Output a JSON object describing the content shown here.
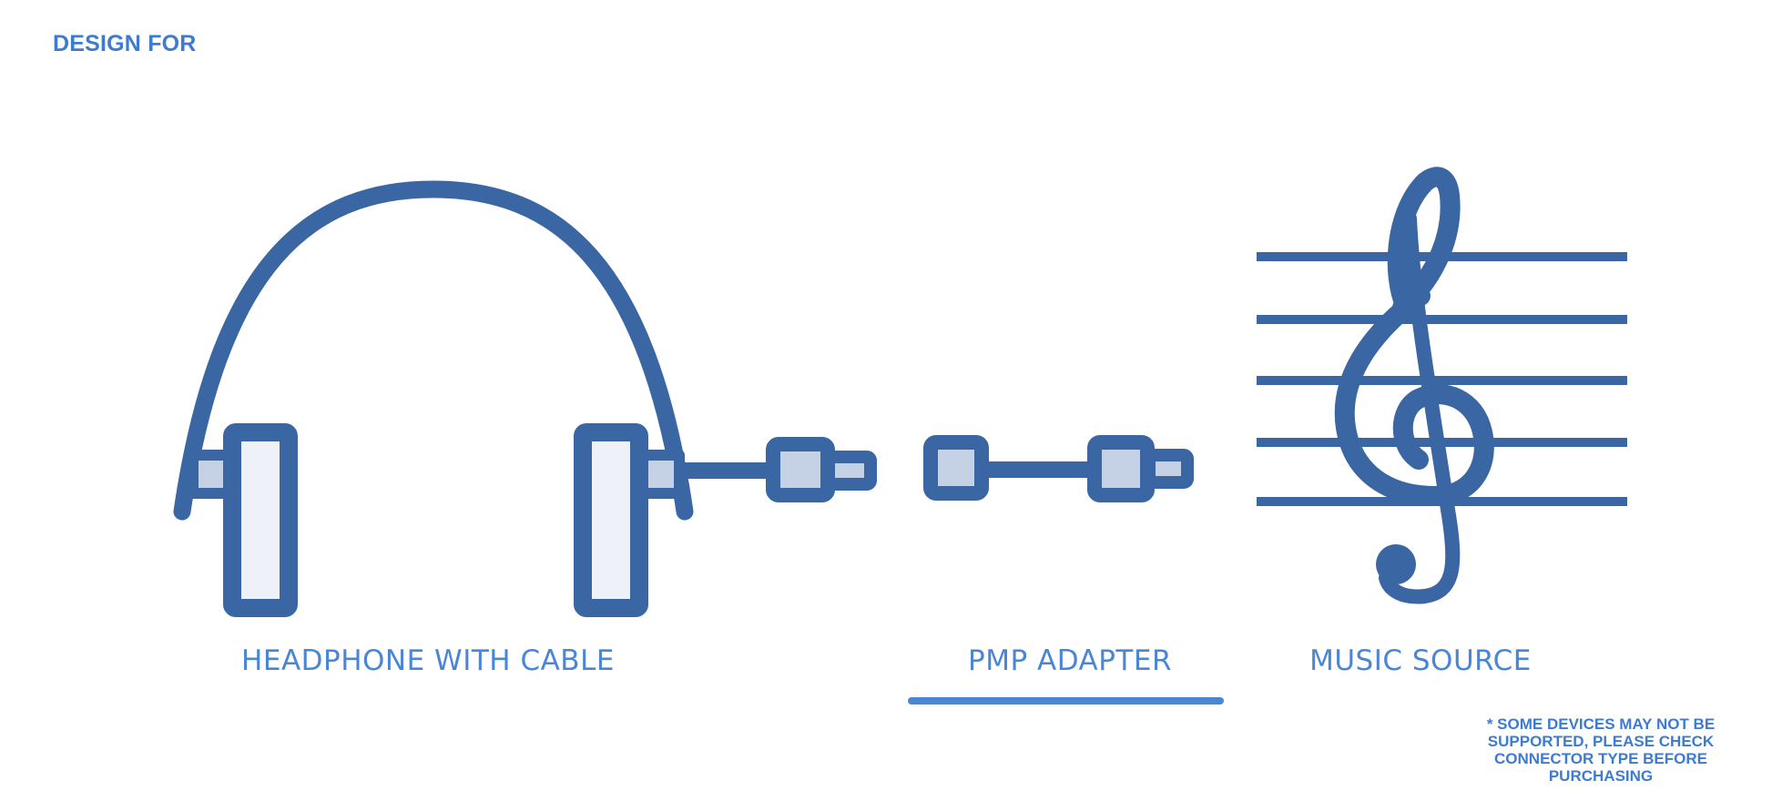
{
  "header": {
    "title": "DESIGN FOR"
  },
  "items": [
    {
      "label": "HEADPHONE WITH CABLE",
      "icon": "headphone-icon",
      "selected": false
    },
    {
      "label": "PMP ADAPTER",
      "icon": "adapter-cable-icon",
      "selected": true
    },
    {
      "label": "MUSIC SOURCE",
      "icon": "treble-clef-icon",
      "selected": false
    }
  ],
  "disclaimer": "* SOME DEVICES MAY NOT BE SUPPORTED, PLEASE CHECK CONNECTOR TYPE BEFORE PURCHASING",
  "colors": {
    "icon_stroke": "#3a66a4",
    "icon_fill_light": "#c5d2e6",
    "icon_fill_lighter": "#eef2f8",
    "text_accent": "#4a86d6",
    "title": "#3d7bd0",
    "background": "#ffffff"
  }
}
